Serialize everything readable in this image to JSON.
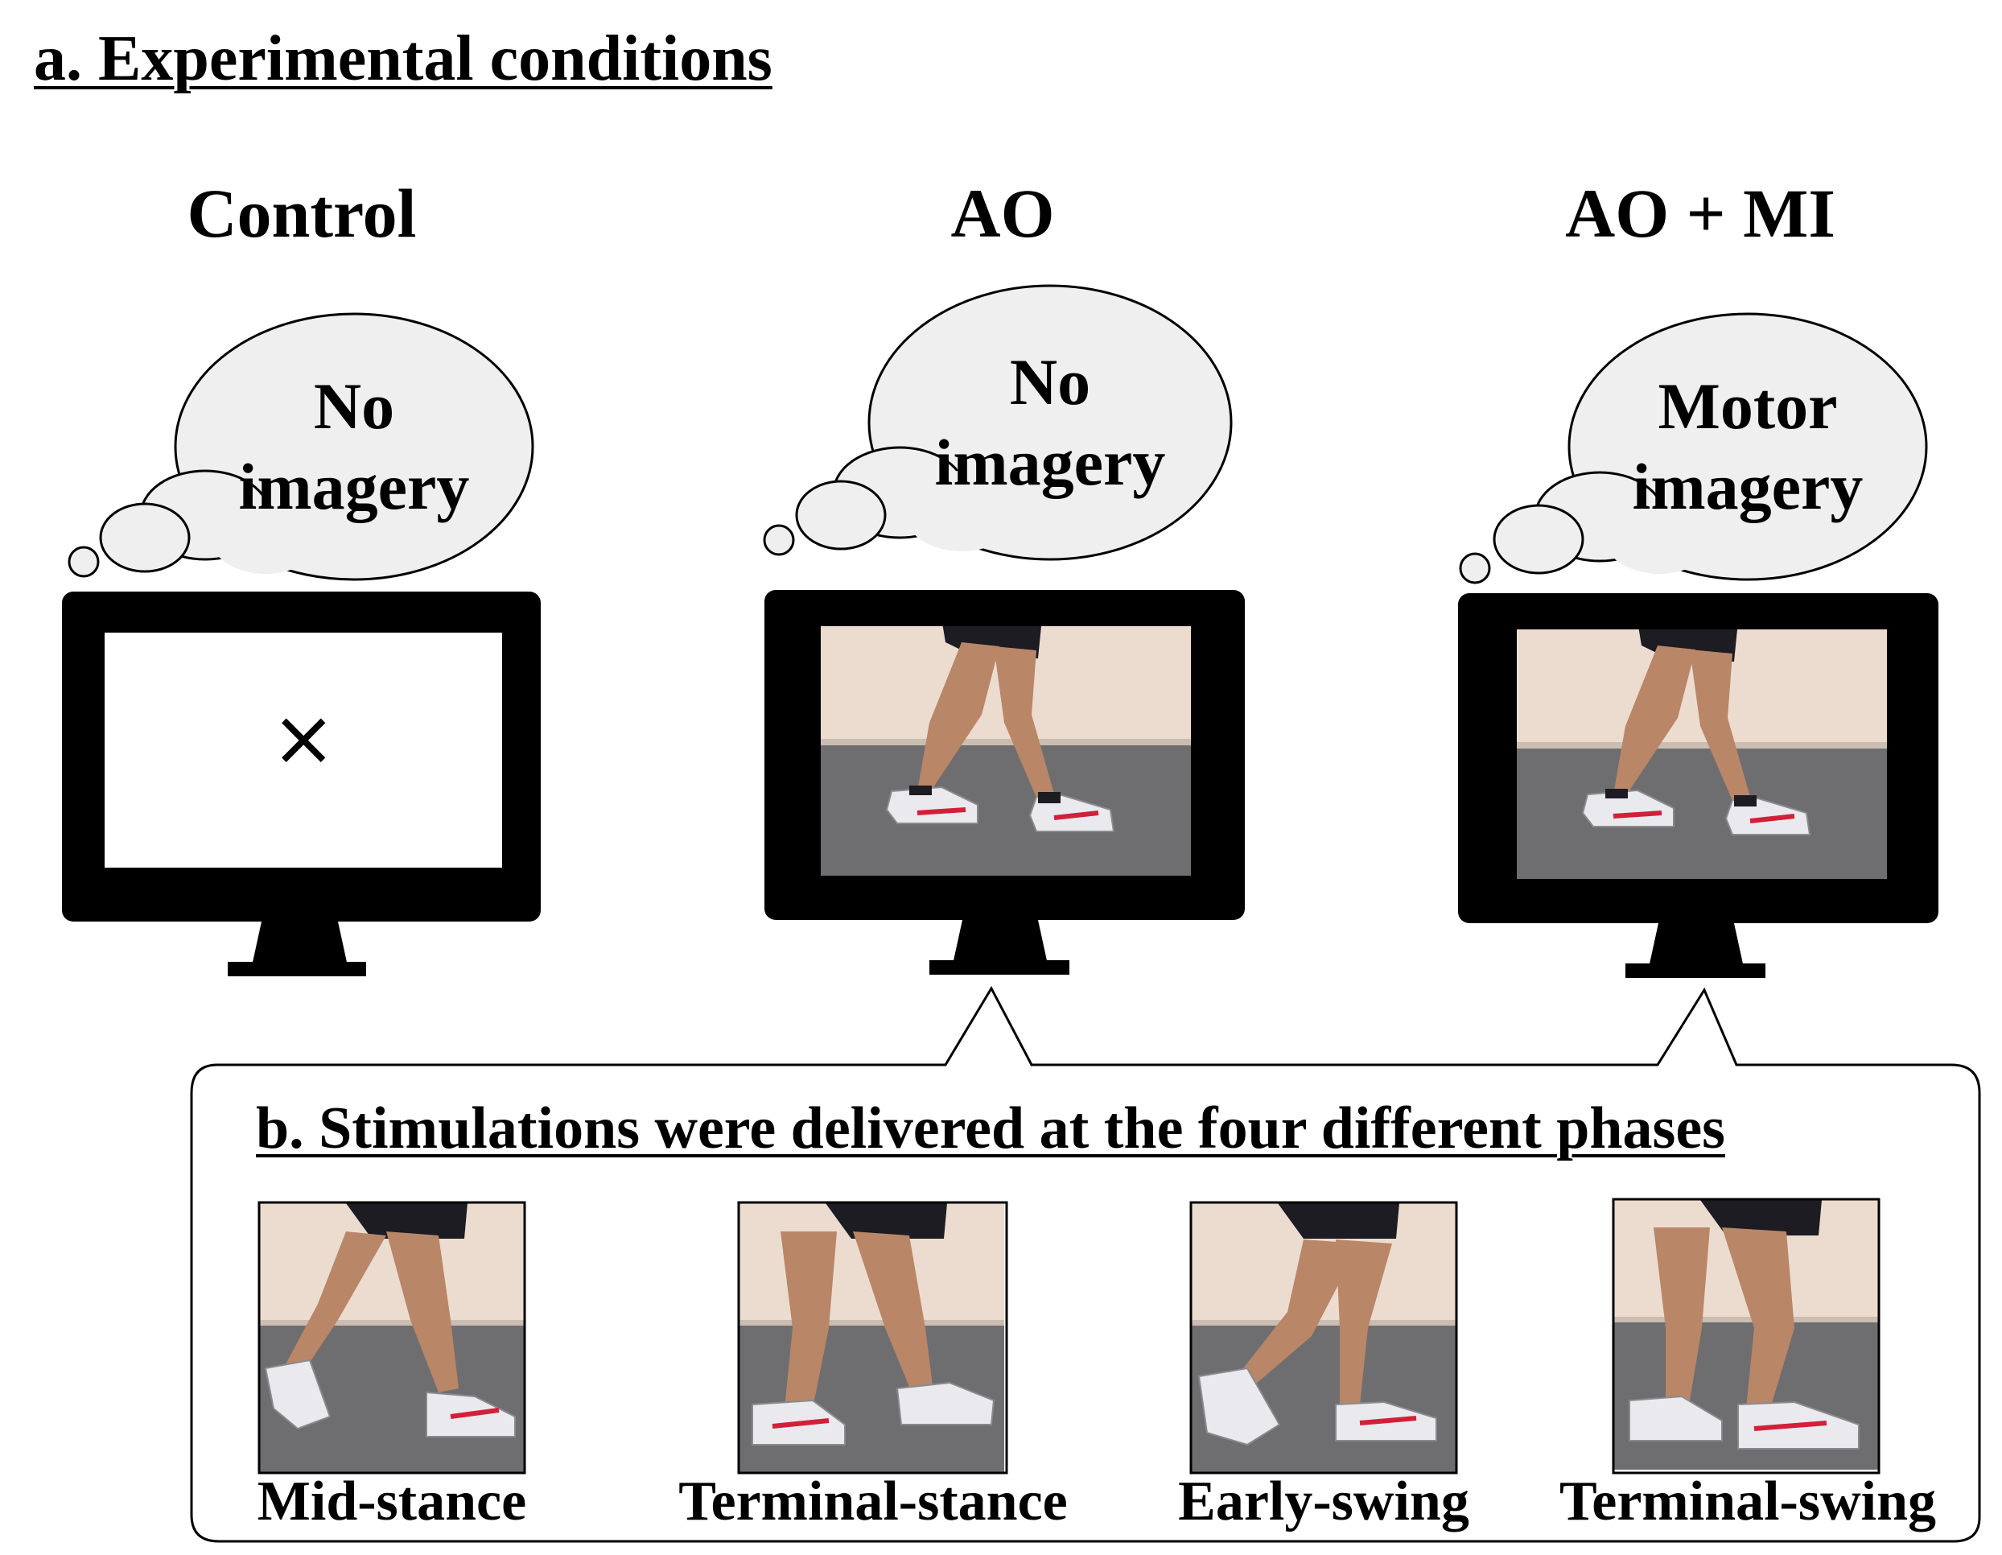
{
  "section_a": {
    "title": "a. Experimental conditions"
  },
  "conditions": [
    {
      "label": "Control",
      "bubble_line1": "No",
      "bubble_line2": "imagery",
      "screen": "fixation-cross",
      "cross_glyph": "×"
    },
    {
      "label": "AO",
      "bubble_line1": "No",
      "bubble_line2": "imagery",
      "screen": "walking-legs-photo"
    },
    {
      "label": "AO + MI",
      "bubble_line1": "Motor",
      "bubble_line2": "imagery",
      "screen": "walking-legs-photo"
    }
  ],
  "section_b": {
    "title": "b. Stimulations were delivered at the four different phases",
    "phases": [
      {
        "label": "Mid-stance"
      },
      {
        "label": "Terminal-stance"
      },
      {
        "label": "Early-swing"
      },
      {
        "label": "Terminal-swing"
      }
    ]
  },
  "colors": {
    "monitor": "#000000",
    "bubble_fill": "#efefef",
    "wall": "#ecdcd0",
    "floor": "#6e6e70",
    "skin": "#b98668",
    "shorts": "#1c1c22",
    "shoe": "#e9e9ee",
    "shoe_accent": "#d2203a"
  }
}
